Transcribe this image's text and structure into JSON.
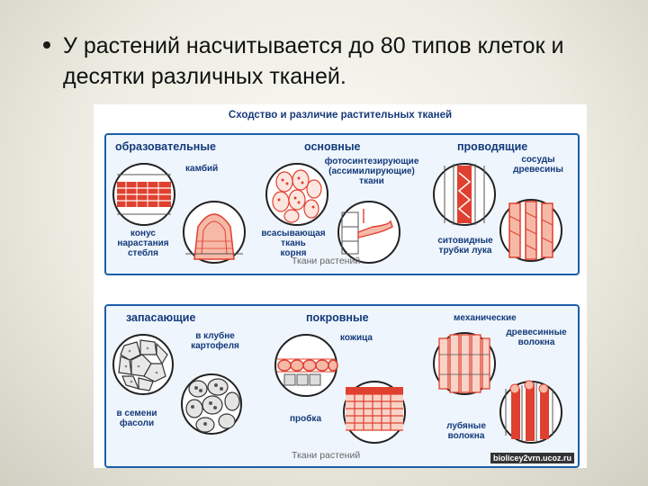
{
  "slide": {
    "bullet_text": "У растений  насчитывается до 80 типов клеток и десятки различных тканей."
  },
  "figure": {
    "title": "Сходство и различие растительных тканей",
    "panel_top": {
      "groups": {
        "educational": "образовательные",
        "cambium": "камбий",
        "cone_line1": "конус",
        "cone_line2": "нарастания",
        "cone_line3": "стебля",
        "basic": "основные",
        "photo_line1": "фотосинтезирующие",
        "photo_line2": "(ассимилирующие)",
        "photo_line3": "ткани",
        "absorb_line1": "всасывающая",
        "absorb_line2": "ткань",
        "absorb_line3": "корня",
        "conducting": "проводящие",
        "vessels_line1": "сосуды",
        "vessels_line2": "древесины",
        "sieve_line1": "ситовидные",
        "sieve_line2": "трубки лука"
      },
      "caption": "Ткани растений"
    },
    "panel_bottom": {
      "groups": {
        "storage": "запасающие",
        "tuber_line1": "в клубне",
        "tuber_line2": "картофеля",
        "seed_line1": "в семени",
        "seed_line2": "фасоли",
        "covering": "покровные",
        "skin": "кожица",
        "cork": "пробка",
        "mechanical": "механические",
        "wood_line1": "древесинные",
        "wood_line2": "волокна",
        "bast_line1": "лубяные",
        "bast_line2": "волокна"
      },
      "caption": "Ткани растений"
    },
    "watermark": "biolicey2vrn.ucoz.ru"
  },
  "colors": {
    "panel_border": "#1c5fa8",
    "label_text": "#143a7a",
    "cell_red": "#e0402f",
    "cell_pink": "#f6b9a8"
  }
}
